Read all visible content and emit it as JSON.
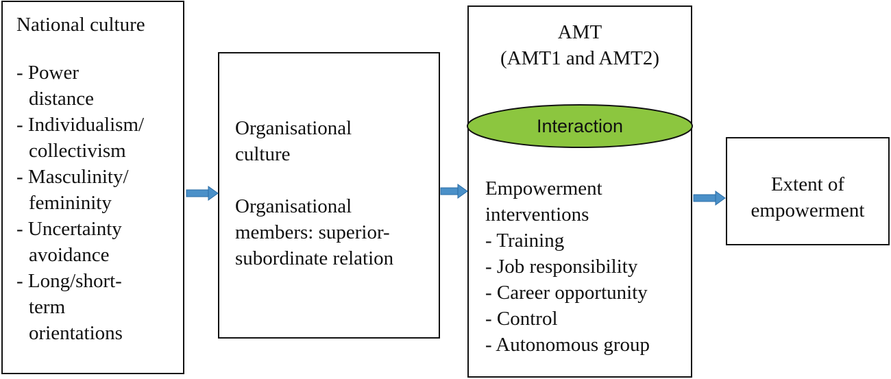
{
  "colors": {
    "arrow": "#4a90c8",
    "arrow_edge": "#2a6da6",
    "ellipse_fill": "#8cc63f",
    "ellipse_stroke": "#111111",
    "box_stroke": "#111111"
  },
  "national": {
    "title": "National culture",
    "items": [
      "- Power",
      "  distance",
      "- Individualism/",
      "  collectivism",
      "- Masculinity/",
      "  femininity",
      "- Uncertainty",
      "  avoidance",
      "- Long/short-",
      "  term",
      "  orientations"
    ]
  },
  "organisational": {
    "culture_lines": [
      "Organisational",
      "culture"
    ],
    "members_lines": [
      "Organisational",
      "members: superior-",
      "subordinate relation"
    ]
  },
  "amt": {
    "title_lines": [
      "AMT",
      "(AMT1 and AMT2)"
    ],
    "interaction": "Interaction",
    "interventions": [
      "Empowerment",
      "interventions",
      "- Training",
      "- Job responsibility",
      "- Career opportunity",
      "- Control",
      "- Autonomous group"
    ]
  },
  "extent": {
    "lines": [
      "Extent of",
      "empowerment"
    ]
  }
}
